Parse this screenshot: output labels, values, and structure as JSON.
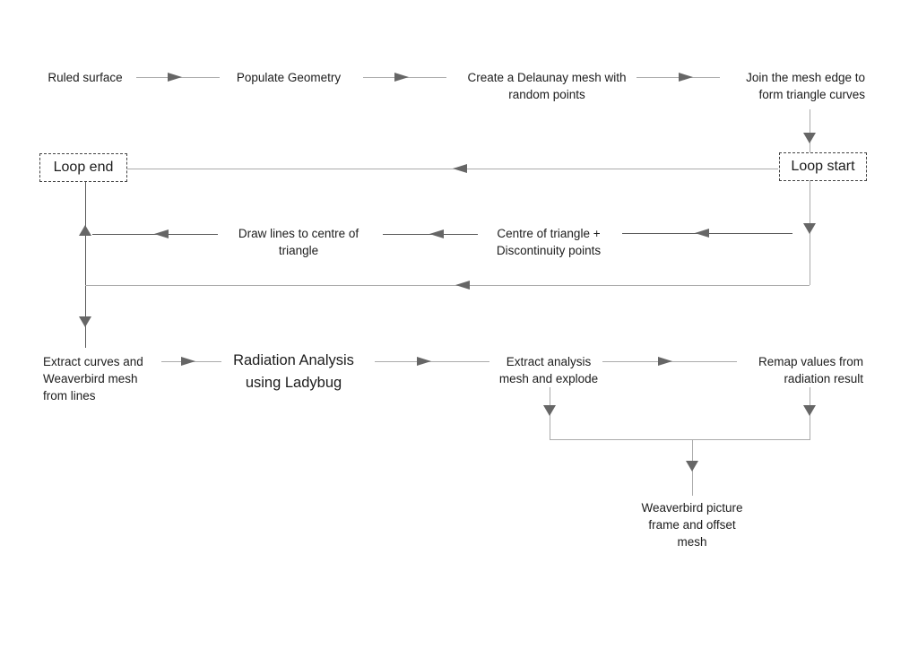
{
  "colors": {
    "background": "#ffffff",
    "text": "#1c1c1c",
    "line_light": "#ababab",
    "line_dark": "#5a5a5a",
    "arrowhead": "#666666",
    "loop_box_border": "#444444"
  },
  "diagram": {
    "nodes": {
      "ruled_surface": {
        "label": "Ruled surface"
      },
      "populate_geometry": {
        "label": "Populate Geometry"
      },
      "delaunay_mesh": {
        "label": "Create a Delaunay mesh with\nrandom points"
      },
      "join_mesh_edge": {
        "label": "Join the mesh edge to\nform triangle curves"
      },
      "loop_end": {
        "label": "Loop end"
      },
      "loop_start": {
        "label": "Loop start"
      },
      "draw_lines": {
        "label": "Draw lines to centre of\ntriangle"
      },
      "centre_of_triangle": {
        "label": "Centre of triangle +\nDiscontinuity points"
      },
      "extract_curves": {
        "label": "Extract curves and\nWeaverbird mesh\nfrom lines"
      },
      "radiation_analysis": {
        "label": "Radiation Analysis\nusing Ladybug"
      },
      "extract_analysis": {
        "label": "Extract analysis\nmesh and explode"
      },
      "remap_values": {
        "label": "Remap values from\nradiation result"
      },
      "weaverbird_frame": {
        "label": "Weaverbird picture\nframe and offset\nmesh"
      }
    },
    "edges": [
      {
        "from": "ruled_surface",
        "to": "populate_geometry"
      },
      {
        "from": "populate_geometry",
        "to": "delaunay_mesh"
      },
      {
        "from": "delaunay_mesh",
        "to": "join_mesh_edge"
      },
      {
        "from": "join_mesh_edge",
        "to": "loop_start"
      },
      {
        "from": "loop_start",
        "to": "loop_end"
      },
      {
        "from": "loop_start",
        "to": "centre_of_triangle"
      },
      {
        "from": "centre_of_triangle",
        "to": "draw_lines"
      },
      {
        "from": "draw_lines",
        "to": "loop_end"
      },
      {
        "from": "loop_start",
        "to": "extract_curves"
      },
      {
        "from": "extract_curves",
        "to": "radiation_analysis"
      },
      {
        "from": "radiation_analysis",
        "to": "extract_analysis"
      },
      {
        "from": "extract_analysis",
        "to": "remap_values"
      },
      {
        "from": "extract_analysis",
        "to": "weaverbird_frame"
      },
      {
        "from": "remap_values",
        "to": "weaverbird_frame"
      }
    ]
  }
}
